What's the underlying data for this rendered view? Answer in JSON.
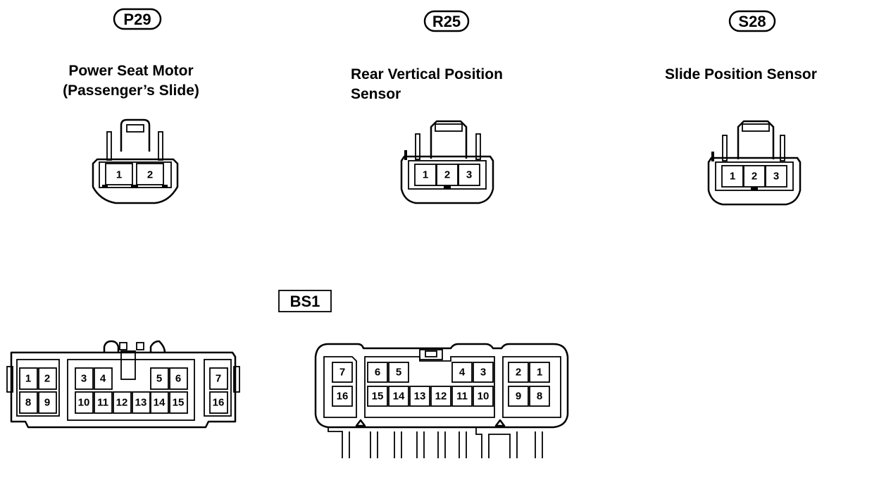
{
  "connectors": {
    "p29": {
      "code": "P29",
      "name_line1": "Power Seat Motor",
      "name_line2": "(Passenger’s Slide)",
      "pins": [
        "1",
        "2"
      ]
    },
    "r25": {
      "code": "R25",
      "name_line1": "Rear Vertical Position",
      "name_line2": "Sensor",
      "pins": [
        "1",
        "2",
        "3"
      ]
    },
    "s28": {
      "code": "S28",
      "name_line1": "Slide Position Sensor",
      "pins": [
        "1",
        "2",
        "3"
      ]
    },
    "bs1": {
      "code": "BS1",
      "left_top_pins": [
        "1",
        "2",
        "3",
        "4",
        "5",
        "6",
        "7"
      ],
      "left_bottom_pins": [
        "8",
        "9",
        "10",
        "11",
        "12",
        "13",
        "14",
        "15",
        "16"
      ],
      "right_top_pins": [
        "7",
        "6",
        "5",
        "4",
        "3",
        "2",
        "1"
      ],
      "right_bottom_pins": [
        "16",
        "15",
        "14",
        "13",
        "12",
        "11",
        "10",
        "9",
        "8"
      ]
    }
  }
}
